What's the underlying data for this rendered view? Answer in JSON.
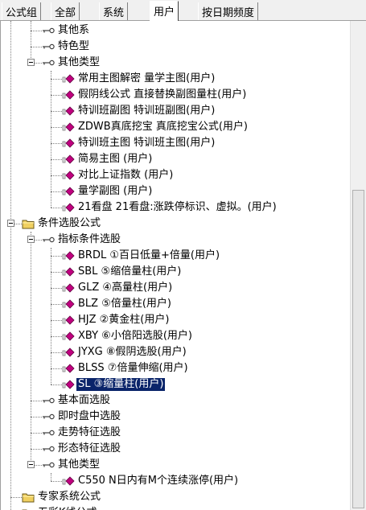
{
  "tabs": [
    {
      "label": "公式组",
      "active": false
    },
    {
      "label": "全部",
      "active": false
    },
    {
      "label": "系统",
      "active": false
    },
    {
      "label": "用户",
      "active": true
    },
    {
      "label": "按日期频度",
      "active": false
    }
  ],
  "tree": [
    {
      "label": "其他系",
      "icon": "key-icon",
      "level": 2
    },
    {
      "label": "特色型",
      "icon": "key-icon",
      "level": 2
    },
    {
      "label": "其他类型",
      "icon": "key-icon",
      "level": 2,
      "expanded": true
    },
    {
      "label": "常用主图解密  量学主图(用户)",
      "icon": "formula-icon",
      "level": 3
    },
    {
      "label": "假阴线公式  直接替换副图量柱(用户)",
      "icon": "formula-icon",
      "level": 3
    },
    {
      "label": "特训班副图  特训班副图(用户)",
      "icon": "formula-icon",
      "level": 3
    },
    {
      "label": "ZDWB真底挖宝  真底挖宝公式(用户)",
      "icon": "formula-icon",
      "level": 3
    },
    {
      "label": "特训班主图  特训班主图(用户)",
      "icon": "formula-icon",
      "level": 3
    },
    {
      "label": "简易主图  (用户)",
      "icon": "formula-icon",
      "level": 3
    },
    {
      "label": "对比上证指数  (用户)",
      "icon": "formula-icon",
      "level": 3
    },
    {
      "label": "量学副图  (用户)",
      "icon": "formula-icon",
      "level": 3
    },
    {
      "label": "21看盘  21看盘:涨跌停标识、虚拟。(用户)",
      "icon": "formula-icon",
      "level": 3
    },
    {
      "label": "条件选股公式",
      "icon": "folder-icon",
      "level": 1,
      "expanded": true
    },
    {
      "label": "指标条件选股",
      "icon": "key-icon",
      "level": 2,
      "expanded": true
    },
    {
      "label": "BRDL  ①百日低量+倍量(用户)",
      "icon": "formula-icon",
      "level": 3
    },
    {
      "label": "SBL  ⑤缩倍量柱(用户)",
      "icon": "formula-icon",
      "level": 3
    },
    {
      "label": "GLZ  ④高量柱(用户)",
      "icon": "formula-icon",
      "level": 3
    },
    {
      "label": "BLZ  ⑤倍量柱(用户)",
      "icon": "formula-icon",
      "level": 3
    },
    {
      "label": "HJZ  ②黄金柱(用户)",
      "icon": "formula-icon",
      "level": 3
    },
    {
      "label": "XBY  ⑥小倍阳选股(用户)",
      "icon": "formula-icon",
      "level": 3
    },
    {
      "label": "JYXG  ⑧假阴选股(用户)",
      "icon": "formula-icon",
      "level": 3
    },
    {
      "label": "BLSS  ⑦倍量伸缩(用户)",
      "icon": "formula-icon",
      "level": 3
    },
    {
      "label": "SL  ③缩量柱(用户)",
      "icon": "formula-icon",
      "level": 3,
      "selected": true
    },
    {
      "label": "基本面选股",
      "icon": "key-icon",
      "level": 2
    },
    {
      "label": "即时盘中选股",
      "icon": "key-icon",
      "level": 2
    },
    {
      "label": "走势特征选股",
      "icon": "key-icon",
      "level": 2
    },
    {
      "label": "形态特征选股",
      "icon": "key-icon",
      "level": 2
    },
    {
      "label": "其他类型",
      "icon": "key-icon",
      "level": 2,
      "expanded": true
    },
    {
      "label": "C550  N日内有M个连续涨停(用户)",
      "icon": "formula-icon",
      "level": 3
    },
    {
      "label": "专家系统公式",
      "icon": "folder-icon",
      "level": 1
    },
    {
      "label": "五彩K线公式",
      "icon": "folder-icon",
      "level": 1
    }
  ],
  "colors": {
    "selection": "#0a246a",
    "diamond": "#c0007f",
    "folder": "#f0d060"
  }
}
